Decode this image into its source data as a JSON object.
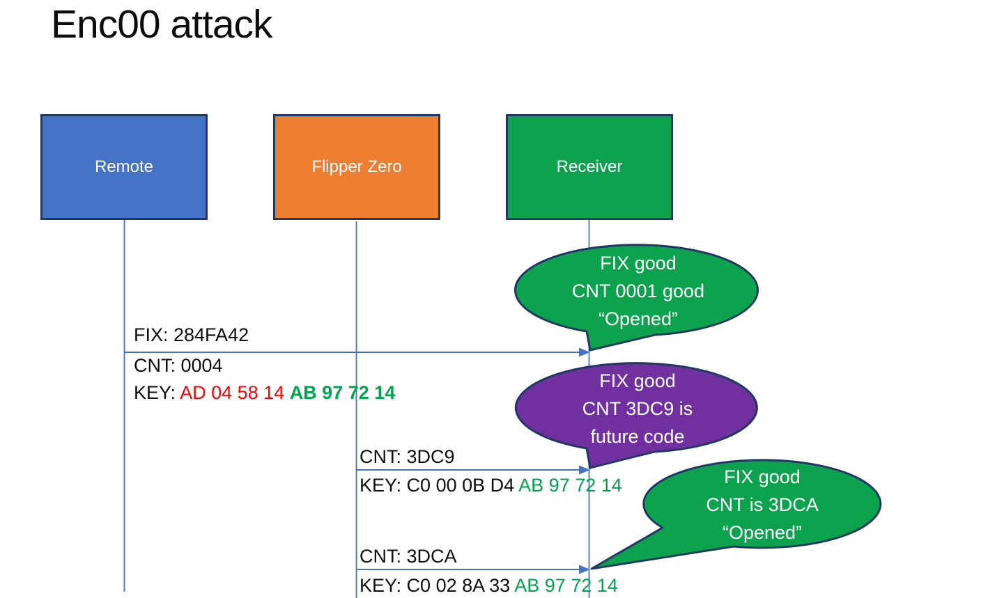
{
  "title": "Enc00 attack",
  "colors": {
    "outline": "#1f3864",
    "flow_line": "#4472c4",
    "key_red": "#ff0000",
    "key_green": "#00a44e",
    "green": "#0da24e",
    "purple": "#7030a0"
  },
  "actors": [
    {
      "id": "remote",
      "label": "Remote",
      "color": "#4472c4"
    },
    {
      "id": "flipper-zero",
      "label": "Flipper Zero",
      "color": "#ed7d31"
    },
    {
      "id": "receiver",
      "label": "Receiver",
      "color": "#0da24e"
    }
  ],
  "messages": [
    {
      "from": "Remote",
      "to": "Receiver",
      "above": "FIX: 284FA42",
      "below": "CNT: 0004",
      "key_label": "KEY: ",
      "key_red": "AD 04 58 14 ",
      "key_green": "AB 97 72 14"
    },
    {
      "from": "Flipper Zero",
      "to": "Receiver",
      "above": "CNT: 3DC9",
      "key_label": "KEY: ",
      "key_black": "C0 00 0B D4 ",
      "key_green": "AB 97 72 14"
    },
    {
      "from": "Flipper Zero",
      "to": "Receiver",
      "above": "CNT: 3DCA",
      "key_label": "KEY: ",
      "key_black": "C0 02 8A 33 ",
      "key_green": "AB 97 72 14"
    }
  ],
  "callouts": [
    {
      "color": "#0da24e",
      "lines": [
        "FIX good",
        "CNT 0001 good",
        "“Opened”"
      ]
    },
    {
      "color": "#7030a0",
      "lines": [
        "FIX good",
        "CNT 3DC9 is",
        "future code"
      ]
    },
    {
      "color": "#0da24e",
      "lines": [
        "FIX good",
        "CNT is 3DCA",
        "“Opened”"
      ]
    }
  ]
}
